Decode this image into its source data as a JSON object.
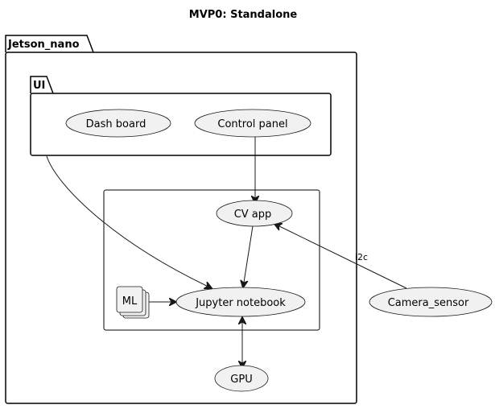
{
  "diagram": {
    "title": "MVP0: Standalone",
    "packages": {
      "jetson": "Jetson_nano",
      "ui": "UI"
    },
    "nodes": {
      "dashboard": "Dash board",
      "control_panel": "Control panel",
      "cv_app": "CV app",
      "jupyter": "Jupyter notebook",
      "ml": "ML",
      "gpu": "GPU",
      "camera": "Camera_sensor"
    },
    "edges": {
      "camera_to_cv_label": "i2c"
    }
  }
}
